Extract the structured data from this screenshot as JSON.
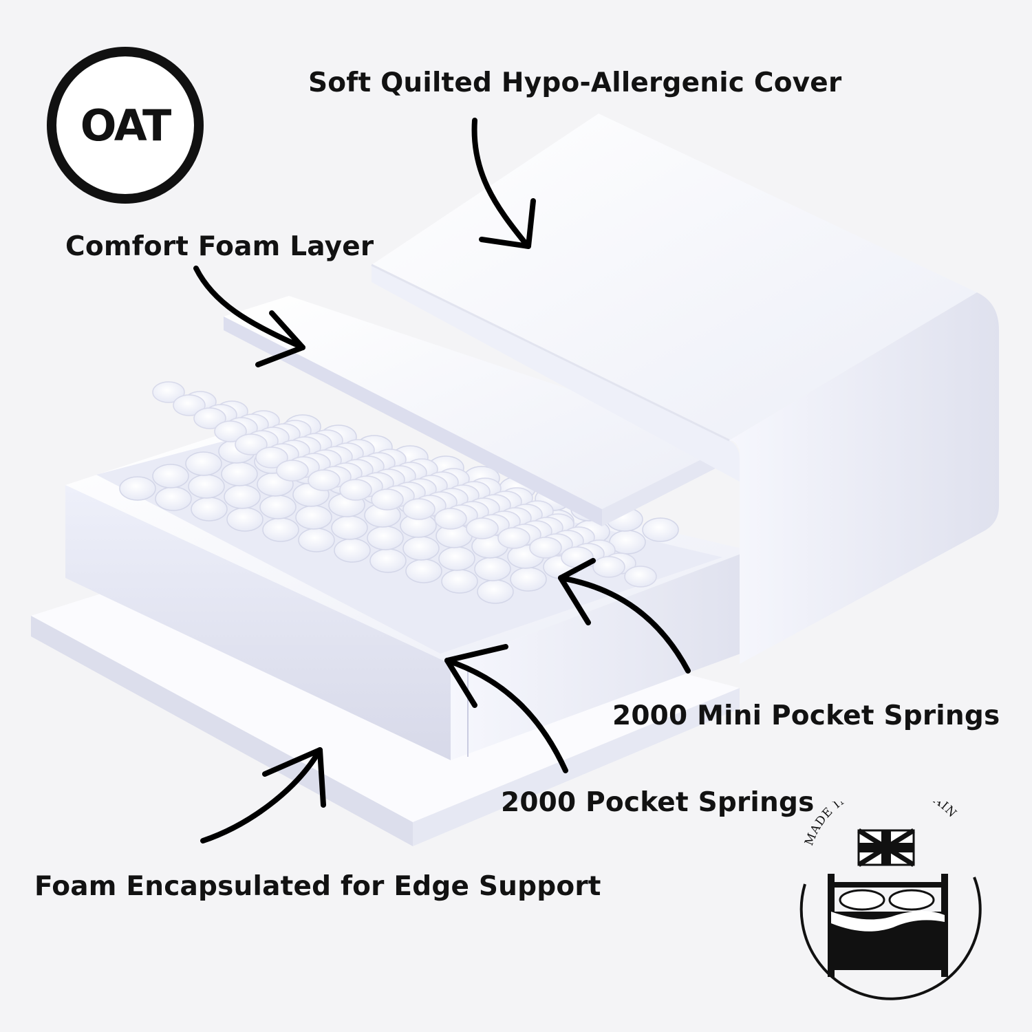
{
  "brand": {
    "logo_text": "OAT"
  },
  "callouts": {
    "cover": "Soft Quilted Hypo-Allergenic Cover",
    "comfort_foam": "Comfort Foam Layer",
    "mini_springs": "2000 Mini Pocket Springs",
    "pocket_springs": "2000 Pocket Springs",
    "edge_support": "Foam Encapsulated for Edge Support"
  },
  "badge": {
    "text": "MADE IN GREAT BRITAIN",
    "icons": [
      "union-flag-icon",
      "bed-icon"
    ]
  },
  "colors": {
    "background": "#f4f4f6",
    "text": "#121212",
    "mattress_light": "#fbfbfe",
    "mattress_shade": "#d9dbea"
  }
}
